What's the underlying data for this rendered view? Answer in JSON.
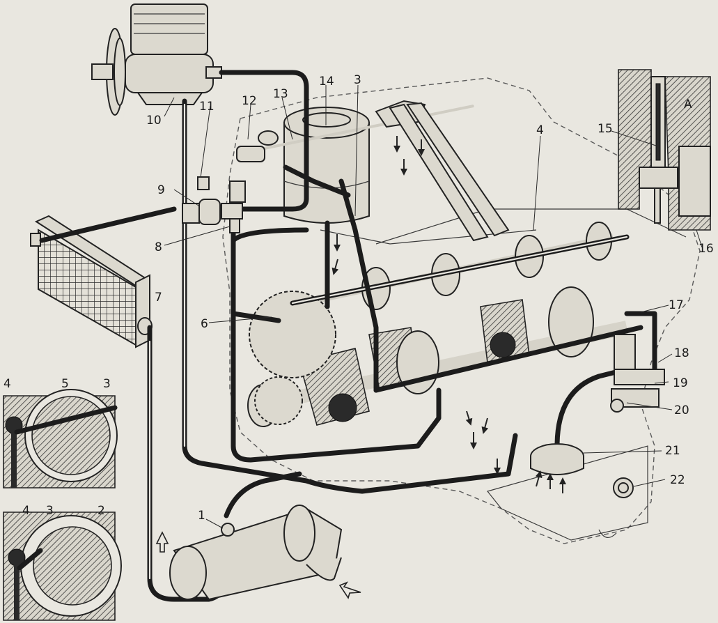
{
  "labels": {
    "l1": "1",
    "l2": "2",
    "l3a": "3",
    "l3b": "3",
    "l3c": "3",
    "l4a": "4",
    "l4b": "4",
    "l4c": "4",
    "l5": "5",
    "l6": "6",
    "l7": "7",
    "l8": "8",
    "l9": "9",
    "l10": "10",
    "l11": "11",
    "l12": "12",
    "l13": "13",
    "l14": "14",
    "l15": "15",
    "l16": "16",
    "l17": "17",
    "l18": "18",
    "l19": "19",
    "l20": "20",
    "l21": "21",
    "l22": "22",
    "lA": "A"
  }
}
